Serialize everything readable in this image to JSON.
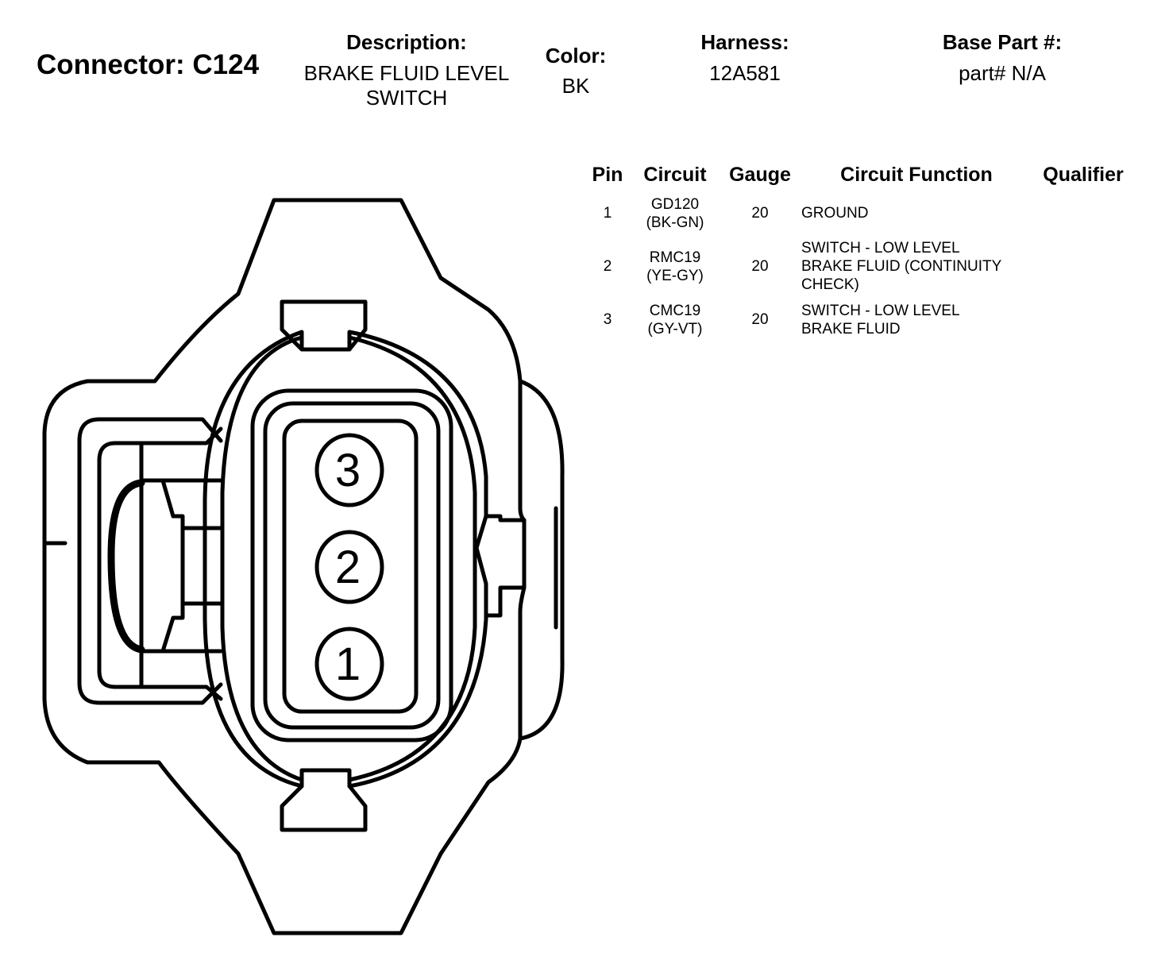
{
  "connector": {
    "title": "Connector: C124",
    "description_label": "Description:",
    "description_line1": "BRAKE FLUID LEVEL",
    "description_line2": "SWITCH",
    "color_label": "Color:",
    "color_value": "BK",
    "harness_label": "Harness:",
    "harness_value": "12A581",
    "base_part_label": "Base Part #:",
    "base_part_value": "part# N/A"
  },
  "table": {
    "headers": {
      "pin": "Pin",
      "circuit": "Circuit",
      "gauge": "Gauge",
      "function": "Circuit Function",
      "qualifier": "Qualifier"
    },
    "rows": [
      {
        "pin": "1",
        "circuit": "GD120",
        "wire_color": "(BK-GN)",
        "gauge": "20",
        "function": [
          "GROUND"
        ]
      },
      {
        "pin": "2",
        "circuit": "RMC19",
        "wire_color": "(YE-GY)",
        "gauge": "20",
        "function": [
          "SWITCH - LOW LEVEL",
          "BRAKE FLUID (CONTINUITY",
          "CHECK)"
        ]
      },
      {
        "pin": "3",
        "circuit": "CMC19",
        "wire_color": "(GY-VT)",
        "gauge": "20",
        "function": [
          "SWITCH - LOW LEVEL",
          "BRAKE FLUID"
        ]
      }
    ]
  },
  "diagram": {
    "pin_labels": [
      "3",
      "2",
      "1"
    ]
  }
}
